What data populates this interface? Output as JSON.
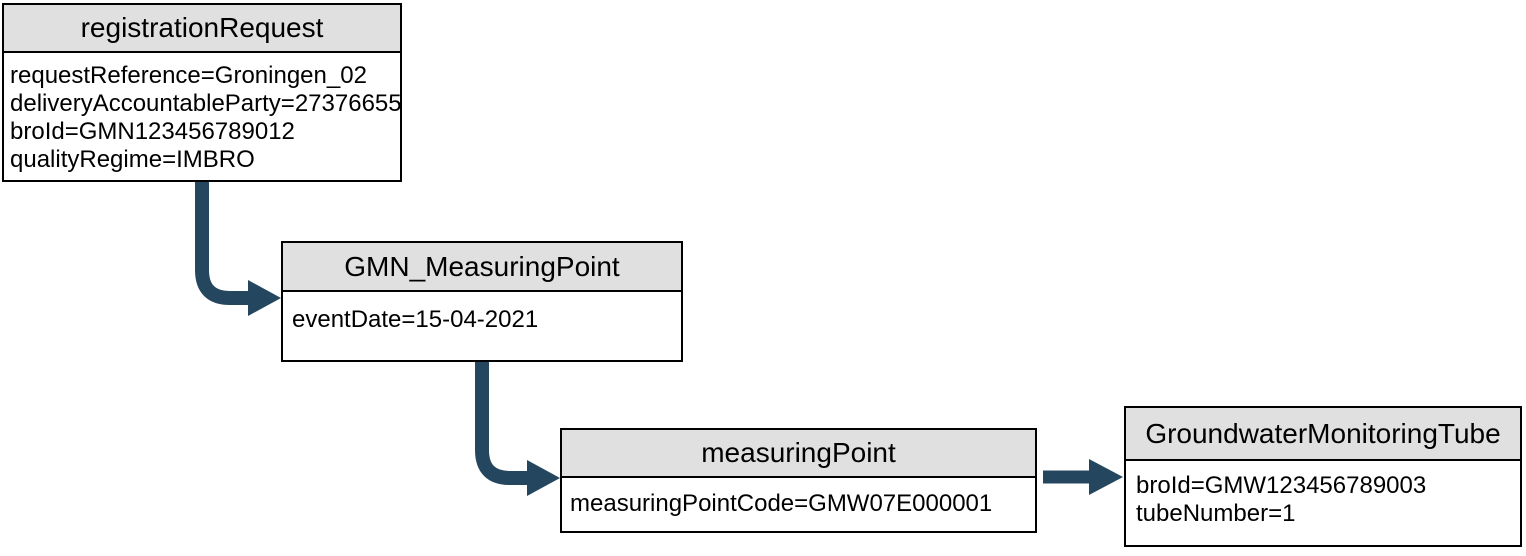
{
  "diagram": {
    "type": "object-flow-diagram",
    "nodes": [
      {
        "id": "registrationRequest",
        "title": "registrationRequest",
        "attributes": [
          "requestReference=Groningen_02",
          "deliveryAccountableParty=27376655",
          "broId=GMN123456789012",
          "qualityRegime=IMBRO"
        ]
      },
      {
        "id": "GMN_MeasuringPoint",
        "title": "GMN_MeasuringPoint",
        "attributes": [
          "eventDate=15-04-2021"
        ]
      },
      {
        "id": "measuringPoint",
        "title": "measuringPoint",
        "attributes": [
          "measuringPointCode=GMW07E000001"
        ]
      },
      {
        "id": "GroundwaterMonitoringTube",
        "title": "GroundwaterMonitoringTube",
        "attributes": [
          "broId=GMW123456789003",
          "tubeNumber=1"
        ]
      }
    ],
    "edges": [
      {
        "from": "registrationRequest",
        "to": "GMN_MeasuringPoint",
        "shape": "elbow-down-right"
      },
      {
        "from": "GMN_MeasuringPoint",
        "to": "measuringPoint",
        "shape": "elbow-down-right"
      },
      {
        "from": "measuringPoint",
        "to": "GroundwaterMonitoringTube",
        "shape": "straight-right"
      }
    ]
  },
  "colors": {
    "arrow": "#24465e",
    "node_header_bg": "#e0e0e0",
    "node_border": "#000000",
    "canvas_bg": "#ffffff",
    "text": "#000000"
  }
}
